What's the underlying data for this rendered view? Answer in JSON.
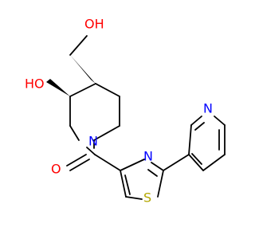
{
  "colors": {
    "bond": "#000000",
    "oxygen": "#ff0000",
    "nitrogen": "#0000ff",
    "sulfur": "#b3a700"
  },
  "atoms": {
    "hydroxymethyl_oxygen": "OH",
    "ring_hydroxyl": "HO",
    "piperidine_nitrogen": "N",
    "carbonyl_oxygen": "O",
    "thiazole_nitrogen": "N",
    "thiazole_sulfur": "S",
    "pyridine_nitrogen": "N"
  }
}
